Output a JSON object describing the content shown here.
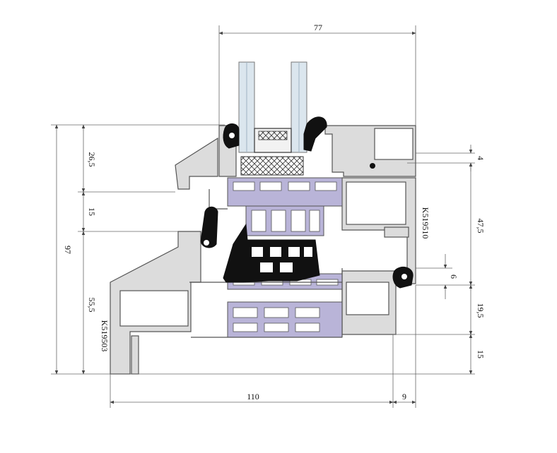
{
  "dimensions": {
    "width_top": "77",
    "height_total": "97",
    "h_26_5": "26,5",
    "h_15_left": "15",
    "h_55_5": "55,5",
    "width_bottom": "110",
    "width_bottom_small": "9",
    "right_4": "4",
    "right_47_5": "47,5",
    "right_6": "6",
    "right_19_5": "19,5",
    "right_15": "15"
  },
  "labels": {
    "sash_profile": "K519510",
    "frame_profile": "K519503"
  },
  "colors": {
    "profile_fill": "#dcdcdc",
    "profile_stroke": "#555555",
    "thermal_break": "#b9b4d8",
    "gasket": "#111111",
    "glass": "#dbe6ee",
    "dimension_line": "#666666"
  }
}
